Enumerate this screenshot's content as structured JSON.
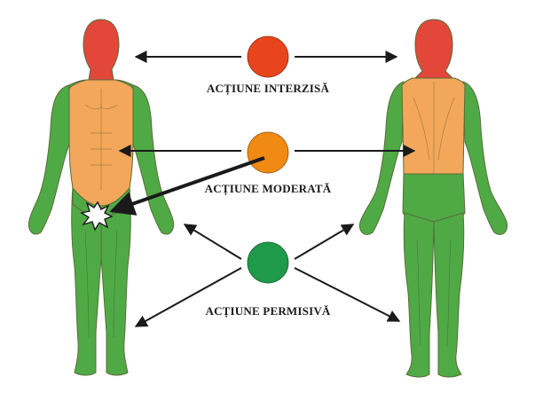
{
  "zones": [
    {
      "key": "forbidden",
      "label": "ACȚIUNE INTERZISĂ",
      "color": "#e8451e",
      "zone_color": "#e2473a"
    },
    {
      "key": "moderate",
      "label": "ACȚIUNE MODERATĂ",
      "color": "#f08a12",
      "zone_color": "#f2a75a"
    },
    {
      "key": "permitted",
      "label": "ACȚIUNE PERMISIVĂ",
      "color": "#1f9a4a",
      "zone_color": "#4faa45"
    }
  ],
  "colors": {
    "arrow": "#1a1a1a",
    "outline": "#5b6b3a",
    "impact_star": "#ffffff"
  },
  "icons": [
    "impact-star-icon",
    "arrow-icon"
  ]
}
